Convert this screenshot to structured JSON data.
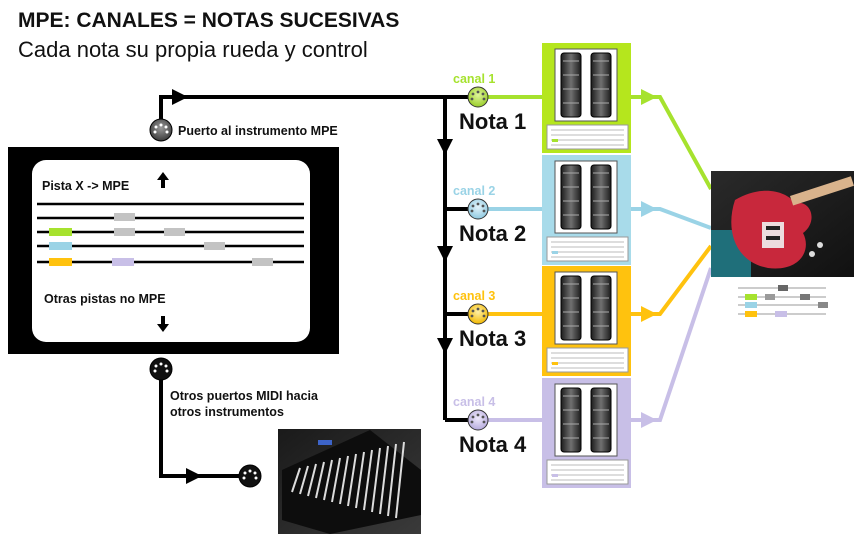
{
  "header": {
    "title": "MPE:   CANALES = NOTAS SUCESIVAS",
    "subtitle": "Cada nota su propia rueda y control"
  },
  "ports": {
    "mpe_port_label": "Puerto al instrumento MPE",
    "other_ports_label_line1": "Otros puertos MIDI hacia",
    "other_ports_label_line2": "otros instrumentos"
  },
  "sequencer": {
    "track_label": "Pista X -> MPE",
    "other_tracks_label": "Otras pistas no MPE"
  },
  "channels": [
    {
      "channel_label": "canal 1",
      "note_label": "Nota 1",
      "color": "#a6e22e",
      "panel_color": "#b5e61d"
    },
    {
      "channel_label": "canal 2",
      "note_label": "Nota 2",
      "color": "#9ad3e6",
      "panel_color": "#a8dbea"
    },
    {
      "channel_label": "canal 3",
      "note_label": "Nota 3",
      "color": "#ffc20e",
      "panel_color": "#ffc20e"
    },
    {
      "channel_label": "canal 4",
      "note_label": "Nota 4",
      "color": "#c8bfe7",
      "panel_color": "#c8bfe7"
    }
  ],
  "colors": {
    "line": "#000000",
    "clip_gray": "#c3c3c3"
  },
  "icons": {
    "midi_connector": "midi-din-connector-icon",
    "arrow_up": "arrow-up-icon",
    "arrow_down": "arrow-down-icon",
    "guitar": "electric-guitar-image",
    "keyboard": "keyboard-piano-image"
  }
}
